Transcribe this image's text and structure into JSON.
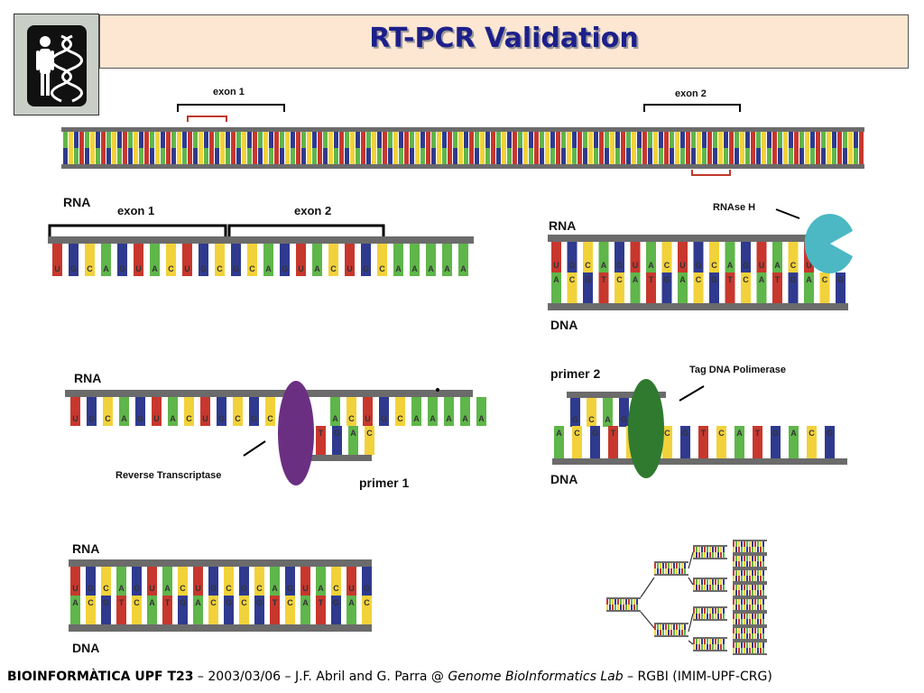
{
  "title": "RT-PCR Validation",
  "labels": {
    "exon1_top": "exon 1",
    "exon2_top": "exon 2",
    "rna_a": "RNA",
    "exon1_a": "exon 1",
    "exon2_a": "exon 2",
    "rna_b": "RNA",
    "dna_b": "DNA",
    "rnase_h": "RNAse H",
    "rna_c": "RNA",
    "reverse_transcriptase": "Reverse Transcriptase",
    "primer1": "primer 1",
    "primer2": "primer 2",
    "tag_dna_polimerase": "Tag DNA Polimerase",
    "dna_d": "DNA",
    "rna_e": "RNA",
    "dna_e": "DNA"
  },
  "sequences": {
    "rna_exons": [
      "U",
      "G",
      "C",
      "A",
      "G",
      "U",
      "A",
      "C",
      "U",
      "G",
      "C",
      "G",
      "C",
      "A",
      "G",
      "U",
      "A",
      "C",
      "U",
      "G",
      "C",
      "A",
      "A",
      "A",
      "A",
      "A"
    ],
    "rnase_rna": [
      "U",
      "G",
      "C",
      "A",
      "G",
      "U",
      "A",
      "C",
      "U",
      "G",
      "C",
      "A",
      "G",
      "U",
      "A",
      "C",
      "U"
    ],
    "rnase_dna": [
      "A",
      "C",
      "G",
      "T",
      "C",
      "A",
      "T",
      "G",
      "A",
      "C",
      "G",
      "T",
      "C",
      "A",
      "T",
      "G",
      "A",
      "C",
      "G"
    ],
    "rt_rna": [
      "U",
      "G",
      "C",
      "A",
      "G",
      "U",
      "A",
      "C",
      "U",
      "G",
      "C",
      "G",
      "C",
      "",
      "",
      "",
      "A",
      "C",
      "U",
      "G",
      "C",
      "A",
      "A",
      "A",
      "A",
      "A"
    ],
    "rt_dna": [
      "T",
      "G",
      "A",
      "C"
    ],
    "rt_rna_upper": [
      "A",
      "C",
      "U",
      "G"
    ],
    "pol_primer": [
      "G",
      "C",
      "A",
      "G"
    ],
    "pol_dna": [
      "A",
      "C",
      "G",
      "T",
      "C",
      "A",
      "C",
      "G",
      "T",
      "C",
      "A",
      "T",
      "G",
      "A",
      "C",
      "G"
    ],
    "hyb_rna": [
      "U",
      "G",
      "C",
      "A",
      "G",
      "U",
      "A",
      "C",
      "U",
      "G",
      "C",
      "G",
      "C",
      "A",
      "G",
      "U",
      "A",
      "C",
      "U",
      "G"
    ],
    "hyb_dna": [
      "A",
      "C",
      "G",
      "T",
      "C",
      "A",
      "T",
      "G",
      "A",
      "C",
      "G",
      "C",
      "G",
      "T",
      "C",
      "A",
      "T",
      "G",
      "A",
      "C"
    ]
  },
  "colors": {
    "title": "#1d1f8a",
    "title_bg": "#fde6d2",
    "backbone": "#6b6b6b",
    "U": "#c8372d",
    "T": "#c8372d",
    "G": "#2f3a8f",
    "C": "#f2d23a",
    "A": "#5fb64a",
    "rnase": "#4cb8c4",
    "reverse_transcriptase": "#6b2f82",
    "polymerase": "#2f7a2f",
    "bracket": "#000000",
    "primer_mark": "#c0392b"
  },
  "footer": {
    "bold": "BIOINFORMÀTICA UPF T23",
    "rest": " – 2003/03/06 – J.F. Abril and G. Parra @ ",
    "italic": "Genome BioInformatics Lab",
    "end": " – RGBI (IMIM-UPF-CRG)"
  }
}
